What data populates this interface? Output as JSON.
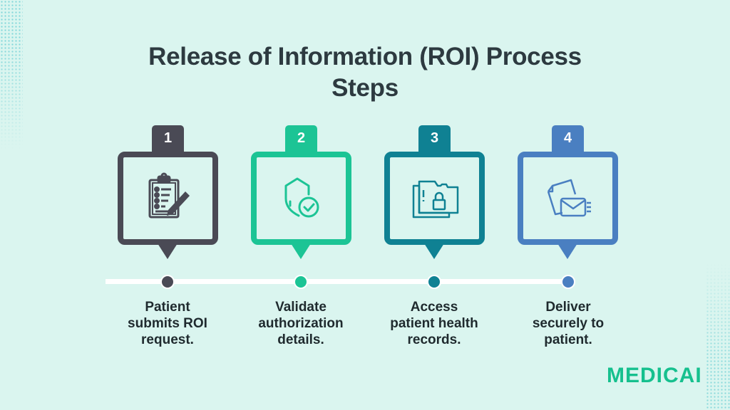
{
  "title": {
    "lines": [
      "Release of Information (ROI) Process",
      "Steps"
    ]
  },
  "colors": {
    "background": "#daf5ef",
    "title": "#2d3a40",
    "step1": "#4a4a55",
    "step2": "#1cc495",
    "step3": "#0f8193",
    "step4": "#4a7fc1",
    "logo": "#16c08e"
  },
  "steps": [
    {
      "number": "1",
      "icon": "clipboard-pencil-icon",
      "label_lines": [
        "Patient",
        "submits ROI",
        "request."
      ]
    },
    {
      "number": "2",
      "icon": "shield-check-icon",
      "label_lines": [
        "Validate",
        "authorization",
        "details."
      ]
    },
    {
      "number": "3",
      "icon": "locked-folder-icon",
      "label_lines": [
        "Access",
        "patient health",
        "records."
      ]
    },
    {
      "number": "4",
      "icon": "document-envelope-send-icon",
      "label_lines": [
        "Deliver",
        "securely to",
        "patient."
      ]
    }
  ],
  "logo": {
    "text": "MEDICAI"
  }
}
